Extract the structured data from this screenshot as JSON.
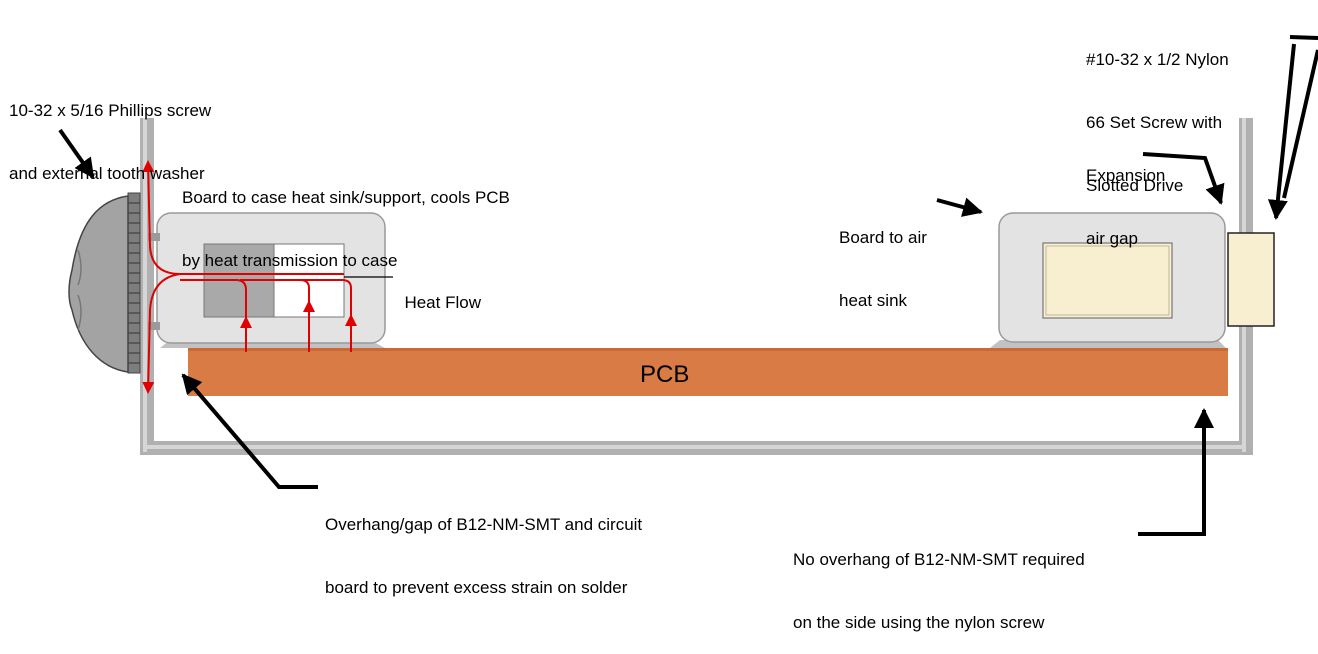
{
  "labels": {
    "screw_left": [
      "10-32 x 5/16 Phillips screw",
      "and external tooth washer"
    ],
    "heat_sink_case": [
      "Board to case heat sink/support, cools PCB",
      "by heat transmission to case"
    ],
    "heat_flow": "Heat Flow",
    "board_to_air": [
      "Board to air",
      "heat sink"
    ],
    "expansion_gap": [
      "Expansion",
      "air gap"
    ],
    "nylon_screw": [
      "#10-32 x 1/2 Nylon",
      "66 Set Screw with",
      "Slotted Drive"
    ],
    "pcb": "PCB",
    "overhang": [
      "Overhang/gap of B12-NM-SMT and circuit",
      "board to prevent excess strain on solder"
    ],
    "no_overhang": [
      "No overhang of B12-NM-SMT required",
      "on the side using the nylon screw"
    ]
  },
  "colors": {
    "pcb": "#d97b45",
    "heat_flow": "#e00000",
    "case": "#b0b0b0",
    "heatsink": "#e3e3e3",
    "screw": "#a3a3a3",
    "nylon": "#f8eed0"
  }
}
